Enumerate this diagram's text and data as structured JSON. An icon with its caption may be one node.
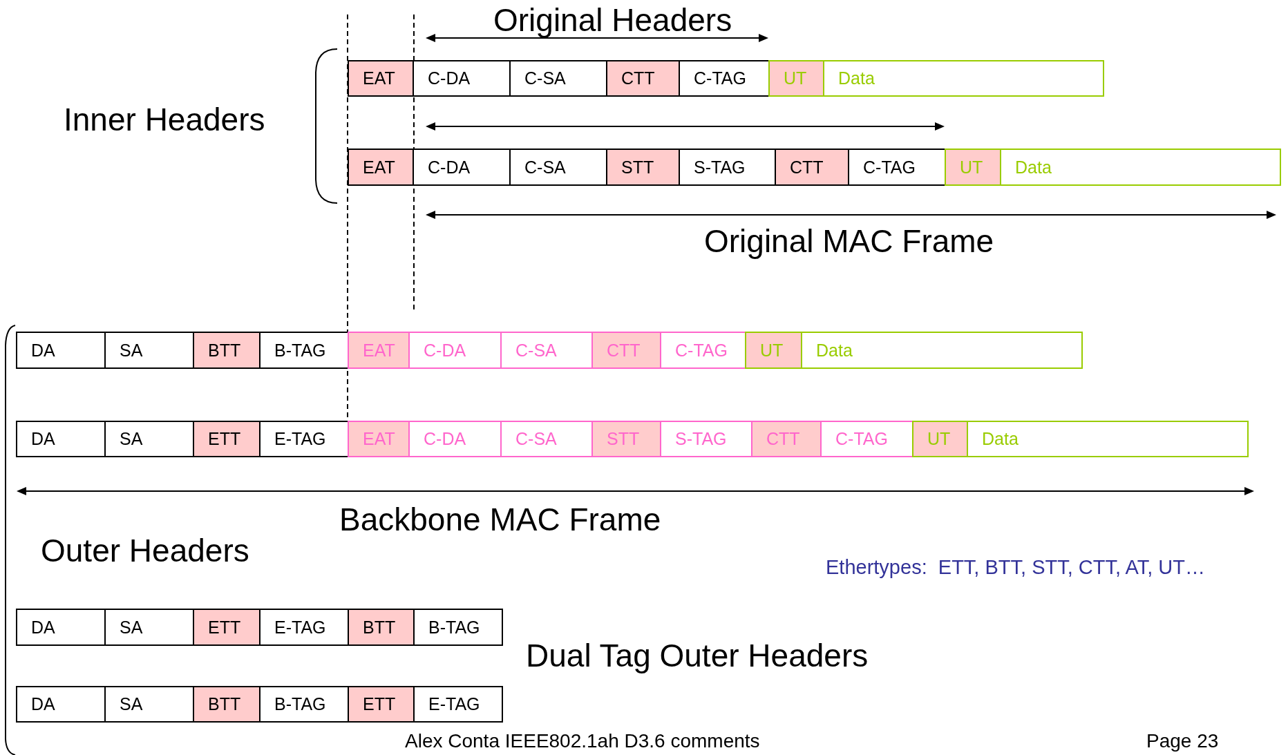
{
  "diagram": {
    "nodes": [
      {
        "text": [
          "EAT"
        ]
      },
      {
        "text": [
          "C-DA"
        ]
      },
      {
        "text": [
          "C-SA"
        ]
      },
      {
        "text": [
          "CTT"
        ]
      },
      {
        "text": [
          "C-TAG"
        ]
      },
      {
        "text": [
          "UT"
        ]
      },
      {
        "text": [
          "Data"
        ]
      },
      {
        "text": [
          "EAT"
        ]
      },
      {
        "text": [
          "C-DA"
        ]
      },
      {
        "text": [
          "C-SA"
        ]
      },
      {
        "text": [
          "STT"
        ]
      },
      {
        "text": [
          "S-TAG"
        ]
      },
      {
        "text": [
          "CTT"
        ]
      },
      {
        "text": [
          "C-TAG"
        ]
      },
      {
        "text": [
          "UT"
        ]
      },
      {
        "text": [
          "Data"
        ]
      },
      {
        "text": [
          "DA"
        ]
      },
      {
        "text": [
          "SA"
        ]
      },
      {
        "text": [
          "BTT"
        ]
      },
      {
        "text": [
          "B-TAG"
        ]
      },
      {
        "text": [
          "EAT"
        ]
      },
      {
        "text": [
          "C-DA"
        ]
      },
      {
        "text": [
          "C-SA"
        ]
      },
      {
        "text": [
          "CTT"
        ]
      },
      {
        "text": [
          "C-TAG"
        ]
      },
      {
        "text": [
          "UT"
        ]
      },
      {
        "text": [
          "Data"
        ]
      },
      {
        "text": [
          "DA"
        ]
      },
      {
        "text": [
          "SA"
        ]
      },
      {
        "text": [
          "ETT"
        ]
      },
      {
        "text": [
          "E-TAG"
        ]
      },
      {
        "text": [
          "EAT"
        ]
      },
      {
        "text": [
          "C-DA"
        ]
      },
      {
        "text": [
          "C-SA"
        ]
      },
      {
        "text": [
          "STT"
        ]
      },
      {
        "text": [
          "S-TAG"
        ]
      },
      {
        "text": [
          "CTT"
        ]
      },
      {
        "text": [
          "C-TAG"
        ]
      },
      {
        "text": [
          "UT"
        ]
      },
      {
        "text": [
          "Data"
        ]
      },
      {
        "text": [
          "DA"
        ]
      },
      {
        "text": [
          "SA"
        ]
      },
      {
        "text": [
          "ETT"
        ]
      },
      {
        "text": [
          "E-TAG"
        ]
      },
      {
        "text": [
          "BTT"
        ]
      },
      {
        "text": [
          "B-TAG"
        ]
      },
      {
        "text": [
          "DA"
        ]
      },
      {
        "text": [
          "SA"
        ]
      },
      {
        "text": [
          "BTT"
        ]
      },
      {
        "text": [
          "B-TAG"
        ]
      },
      {
        "text": [
          "ETT"
        ]
      },
      {
        "text": [
          "E-TAG"
        ]
      }
    ],
    "labels": [
      "Original Headers",
      "Inner Headers",
      "Original MAC Frame",
      "Backbone MAC Frame",
      "Outer Headers",
      "Ethertypes:  ETT, BTT, STT, CTT, AT, UT…",
      "Dual Tag Outer Headers",
      "Alex Conta IEEE802.1ah D3.6 comments",
      "Page 23"
    ]
  }
}
